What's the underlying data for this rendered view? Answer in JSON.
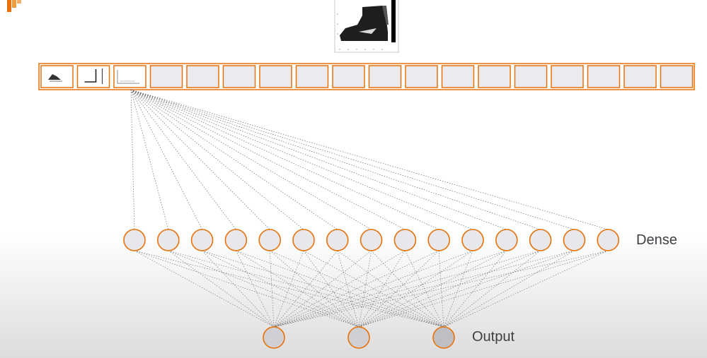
{
  "colors": {
    "accent": "#e8710a",
    "node_fill": "#e8e8ec",
    "output_fill_last": "#bfbfc3",
    "link": "#6b6b6b"
  },
  "logo": {
    "name": "tensorflow-logo-icon"
  },
  "input_image": {
    "name": "ankle-boot-image"
  },
  "feature_maps": {
    "count": 18,
    "filled_thumbnails": [
      "sneaker-thumbnail",
      "l-shape-thumbnail",
      "boot-edge-thumbnail"
    ]
  },
  "layers": {
    "dense": {
      "label": "Dense",
      "units": 15
    },
    "output": {
      "label": "Output",
      "units": 3
    }
  }
}
